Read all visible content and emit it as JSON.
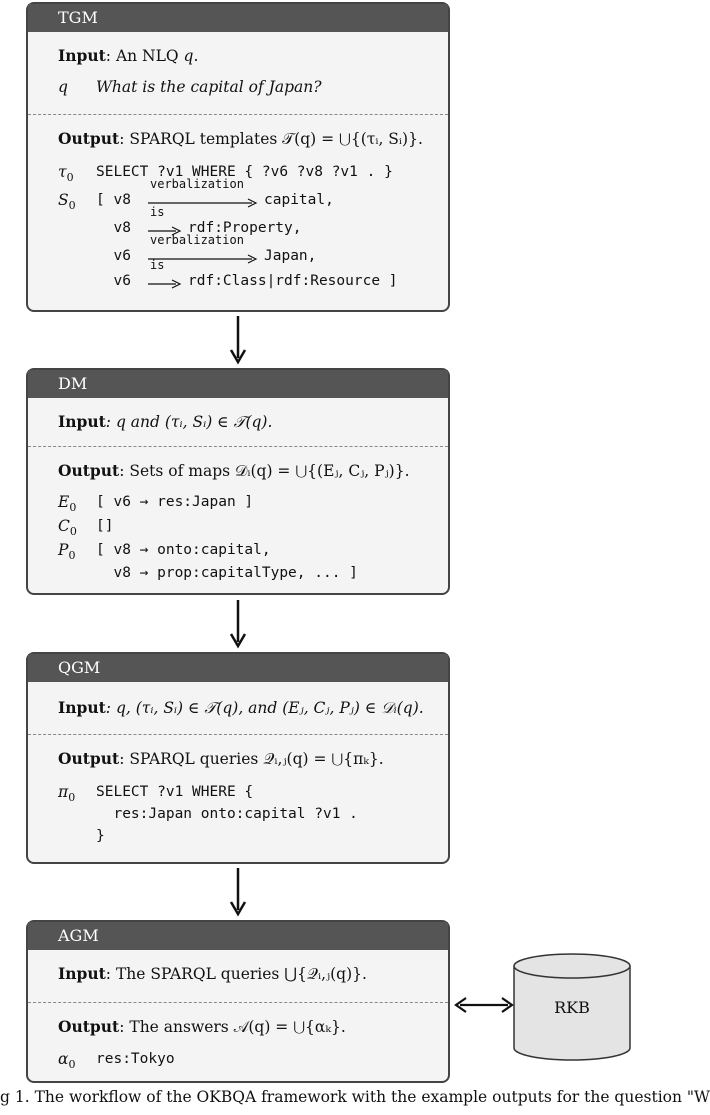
{
  "tgm": {
    "title": "TGM",
    "input_label": "Input",
    "input_text": ": An NLQ ",
    "input_var": "q",
    "input_end": ".",
    "q_label": "q",
    "q_text": "What is the capital of Japan?",
    "output_label": "Output",
    "output_text": ": SPARQL templates 𝒯(q) = ⋃{(τ",
    "output_text_full": ": SPARQL templates 𝒯(q) = ⋃{(τᵢ, Sᵢ)}.",
    "tau_label": "τ",
    "tau_sub": "0",
    "tau_query": "SELECT ?v1 WHERE { ?v6 ?v8 ?v1 . }",
    "s_label": "S",
    "s_sub": "0",
    "s_lines": [
      {
        "prefix": "[ v8",
        "arrow_label": "verbalization",
        "target": "capital,"
      },
      {
        "prefix": "  v8",
        "arrow_label": "is",
        "target": "rdf:Property,"
      },
      {
        "prefix": "  v6",
        "arrow_label": "verbalization",
        "target": "Japan,"
      },
      {
        "prefix": "  v6",
        "arrow_label": "is",
        "target": "rdf:Class|rdf:Resource ]"
      }
    ]
  },
  "dm": {
    "title": "DM",
    "input_label": "Input",
    "input_text": ": q and (τᵢ, Sᵢ) ∈ 𝒯(q).",
    "output_label": "Output",
    "output_text": ": Sets of maps 𝒟ᵢ(q) = ⋃{(Eⱼ, Cⱼ, Pⱼ)}.",
    "e_label": "E",
    "e_sub": "0",
    "e_text": "[ v6 → res:Japan ]",
    "c_label": "C",
    "c_sub": "0",
    "c_text": "[]",
    "p_label": "P",
    "p_sub": "0",
    "p_text_1": "[ v8 → onto:capital,",
    "p_text_2": "  v8 → prop:capitalType, ... ]"
  },
  "qgm": {
    "title": "QGM",
    "input_label": "Input",
    "input_text": ": q, (τᵢ, Sᵢ) ∈ 𝒯(q), and (Eⱼ, Cⱼ, Pⱼ) ∈ 𝒟ᵢ(q).",
    "output_label": "Output",
    "output_text": ": SPARQL queries 𝒬ᵢ,ⱼ(q) = ⋃{πₖ}.",
    "pi_label": "π",
    "pi_sub": "0",
    "query_1": "SELECT ?v1 WHERE {",
    "query_2": "  res:Japan onto:capital ?v1 .",
    "query_3": "}"
  },
  "agm": {
    "title": "AGM",
    "input_label": "Input",
    "input_text": ": The SPARQL queries ⋃{𝒬ᵢ,ⱼ(q)}.",
    "output_label": "Output",
    "output_text": ": The answers 𝒜(q) = ⋃{αₖ}.",
    "alpha_label": "α",
    "alpha_sub": "0",
    "alpha_text": "res:Tokyo"
  },
  "rkb": {
    "label": "RKB"
  },
  "caption": "g 1. The workflow of the OKBQA framework with the example outputs for the question \"W"
}
